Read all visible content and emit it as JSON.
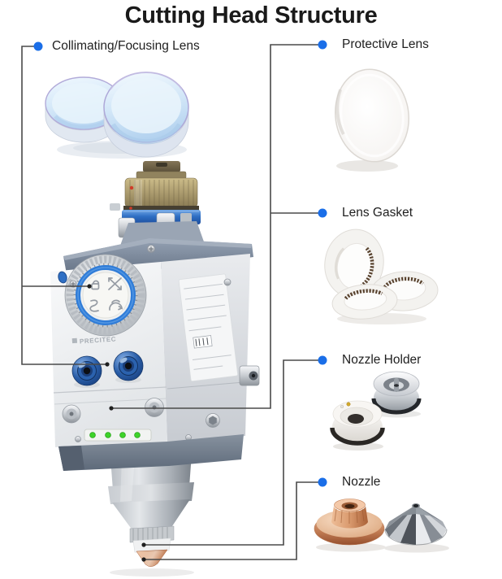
{
  "title": "Cutting Head Structure",
  "callouts": {
    "collimating": {
      "label": "Collimating/Focusing Lens"
    },
    "protective": {
      "label": "Protective Lens"
    },
    "gasket": {
      "label": "Lens Gasket"
    },
    "nozzle_holder": {
      "label": "Nozzle Holder"
    },
    "nozzle": {
      "label": "Nozzle"
    }
  },
  "device": {
    "branding": "PRECITEC"
  },
  "colors": {
    "background": "#ffffff",
    "title_text": "#1a1a1a",
    "label_text": "#212121",
    "callout_dot": "#1a6ee8",
    "callout_line": "#4a4a4a",
    "accent_blue": "#2f7cd8",
    "led_green": "#3ed32a",
    "copper": "#c07a52",
    "brass": "#a5946a"
  }
}
